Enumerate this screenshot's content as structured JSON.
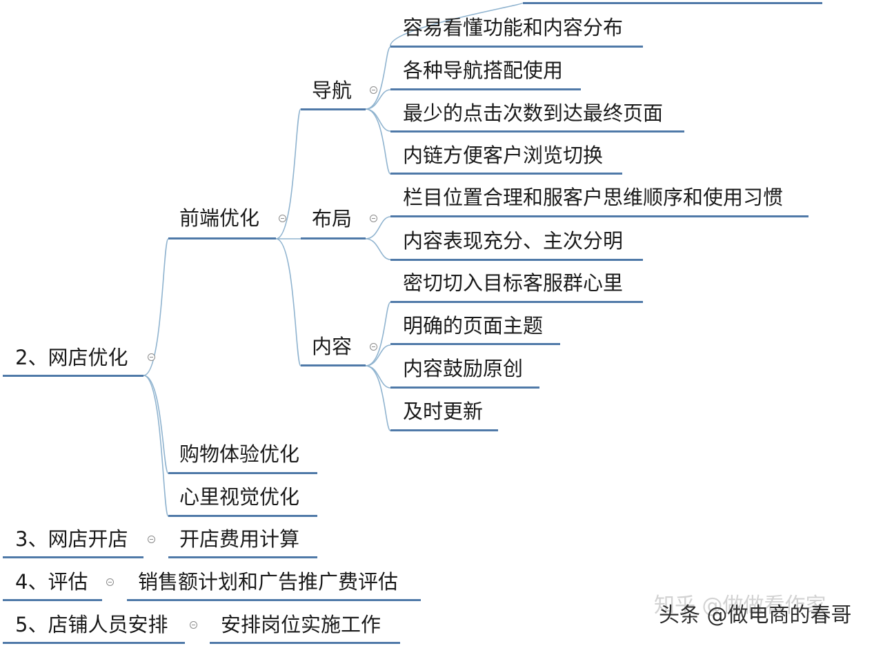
{
  "mindmap": {
    "top_branch": "2、网店优化",
    "front_end": {
      "label": "前端优化",
      "nav": {
        "label": "导航",
        "items": [
          "容易看懂功能和内容分布",
          "各种导航搭配使用",
          "最少的点击次数到达最终页面",
          "内链方便客户浏览切换"
        ]
      },
      "layout": {
        "label": "布局",
        "items": [
          "栏目位置合理和服客户思维顺序和使用习惯",
          "内容表现充分、主次分明"
        ]
      },
      "content": {
        "label": "内容",
        "items": [
          "密切切入目标客服群心里",
          "明确的页面主题",
          "内容鼓励原创",
          "及时更新"
        ]
      }
    },
    "shopping": "购物体验优化",
    "visual": "心里视觉优化",
    "open_shop": {
      "label": "3、网店开店",
      "child": "开店费用计算"
    },
    "assess": {
      "label": "4、评估",
      "child": "销售额计划和广告推广费评估"
    },
    "staff": {
      "label": "5、店铺人员安排",
      "child": "安排岗位实施工作"
    }
  },
  "watermark": {
    "back": "知乎 @做做看作家",
    "front": "头条 @做电商的春哥"
  },
  "colors": {
    "line": "#4f79a8",
    "text": "#1a1a1a",
    "collapse": "#8a8a8a"
  }
}
